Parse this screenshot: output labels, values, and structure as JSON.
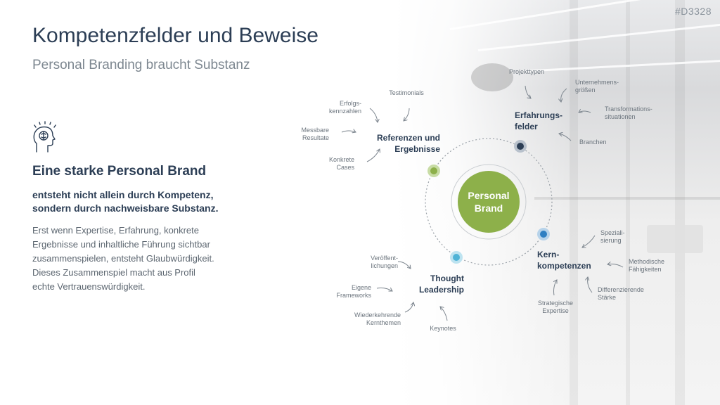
{
  "doc_id": "#D3328",
  "title": "Kompetenzfelder und Beweise",
  "subtitle": "Personal Branding braucht Substanz",
  "left": {
    "heading": "Eine starke Personal Brand",
    "subheading": "entsteht nicht allein durch Kompetenz,\nsondern durch nachweisbare Substanz.",
    "body": "Erst wenn Expertise, Erfahrung, konkrete\nErgebnisse und inhaltliche Führung sichtbar\nzusammenspielen, entsteht Glaubwürdigkeit.\nDieses Zusammenspiel macht aus Profil\nechte Vertrauenswürdigkeit.",
    "icon": "head-brain-icon"
  },
  "diagram": {
    "center": "Personal\nBrand",
    "colors": {
      "center": "#8db04a",
      "green": "#8db04a",
      "light_blue": "#4fb3d6",
      "blue": "#2f7fc2",
      "navy": "#2c3e55"
    },
    "referenzen": {
      "title": "Referenzen und\nErgebnisse",
      "items": [
        "Erfolgs-\nkennzahlen",
        "Testimonials",
        "Messbare\nResultate",
        "Konkrete\nCases"
      ]
    },
    "erfahrung": {
      "title": "Erfahrungs-\nfelder",
      "items": [
        "Projekttypen",
        "Unternehmens-\ngrößen",
        "Transformations-\nsituationen",
        "Branchen"
      ]
    },
    "kern": {
      "title": "Kern-\nkompetenzen",
      "items": [
        "Speziali-\nsierung",
        "Methodische\nFähigkeiten",
        "Differenzierende\nStärke",
        "Strategische\nExpertise"
      ]
    },
    "thought": {
      "title": "Thought\nLeadership",
      "items": [
        "Veröffent-\nlichungen",
        "Eigene\nFrameworks",
        "Wiederkehrende\nKernthemen",
        "Keynotes"
      ]
    }
  }
}
